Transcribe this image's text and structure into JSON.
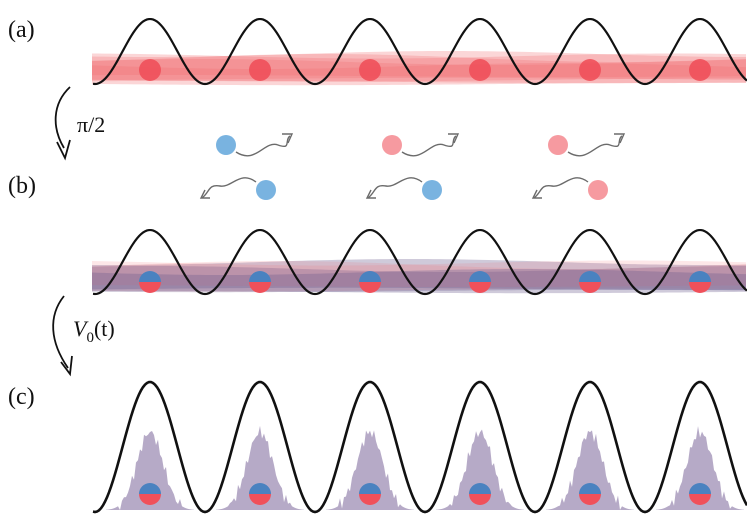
{
  "panels": {
    "a": {
      "label": "(a)"
    },
    "b": {
      "label": "(b)"
    },
    "c": {
      "label": "(c)"
    }
  },
  "transitions": {
    "first": {
      "label": "π/2"
    },
    "second": {
      "label_main": "V",
      "label_sub": "0",
      "label_tail": "(t)"
    }
  },
  "colors": {
    "lattice": "#111111",
    "red_atom": "#f0505a",
    "red_band": "#f26a6f",
    "blue_atom": "#4a82c0",
    "blue_light": "#79b3e0",
    "pink_light": "#f69aa0",
    "purple_band": "#6a5a8c",
    "purple_hist": "#a99bbd",
    "arrow_gray": "#6b6b6b"
  },
  "exchange_pairs": [
    {
      "top_color": "blue",
      "bottom_color": "blue"
    },
    {
      "top_color": "pink",
      "bottom_color": "blue"
    },
    {
      "top_color": "pink",
      "bottom_color": "pink"
    }
  ],
  "lattice_sites": 6
}
